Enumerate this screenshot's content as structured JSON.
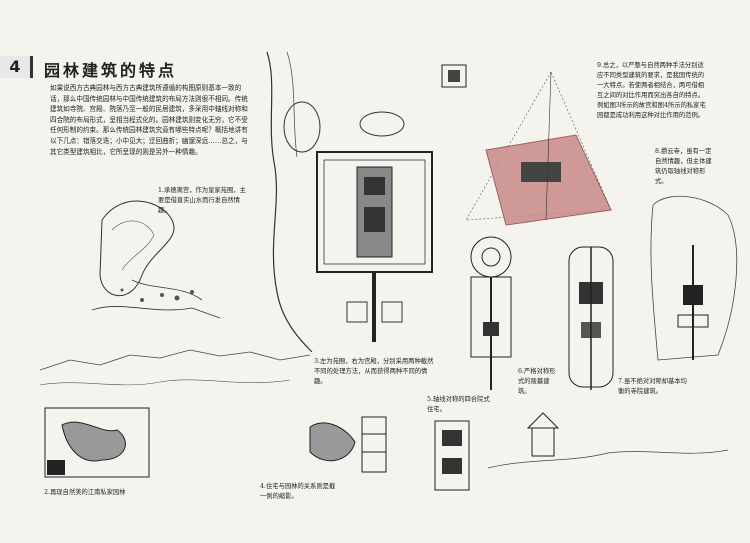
{
  "page": {
    "page_number": "4",
    "title": "园林建筑的特点",
    "intro": "如果说西方古典园林与西方古典建筑所遵循的构图原则基本一致的话，那么中国传统园林与中国传统建筑的布局方法则很不相同。传统建筑如寺院、宫殿、院落乃至一般的民居建筑，多采用中轴线对称和四合院的布局形式，呈相当程式化的。园林建筑则变化无穷，它不受任何形制的约束。那么传统园林建筑究竟有哪些特点呢？概括地讲有以下几点：错落交迭；小中见大；迂回曲折；幽邃深远……总之，与其它类型建筑相比，它所呈现的则是另外一种情趣。"
  },
  "captions": {
    "c1": "1.承德离宫，作为皇家苑囿，主要是借直实山水而行发自然情趣。",
    "c2": "2.再现自然美的江南私家园林",
    "c3": "3.左为苑囿，右为宫殿，分别采用两种截然不同的处理方法，从而获得两种不同的情趣。",
    "c4": "4.住宅与园林的关系则是截一例的缩影。",
    "c5": "5.轴线对称的四合院式住宅。",
    "c6": "6.严格对称形式的陵墓建筑。",
    "c7": "7.虽不绝对对称却基本均衡的寺院建筑。",
    "c8": "8.攒云寺，虽有一定自然情趣，但主体建筑仍取轴线对称形式。",
    "c9": "9.总之，以严整与自然两种手法分别适应不同类型建筑的要求，是我国传统的一大特点。若使两者相结合，两可借相互之间的对比作用而突出各自的特点。例如图3所示的故宫和图4所示的私家宅园都是成功利用这种对比作用的范例。"
  }
}
